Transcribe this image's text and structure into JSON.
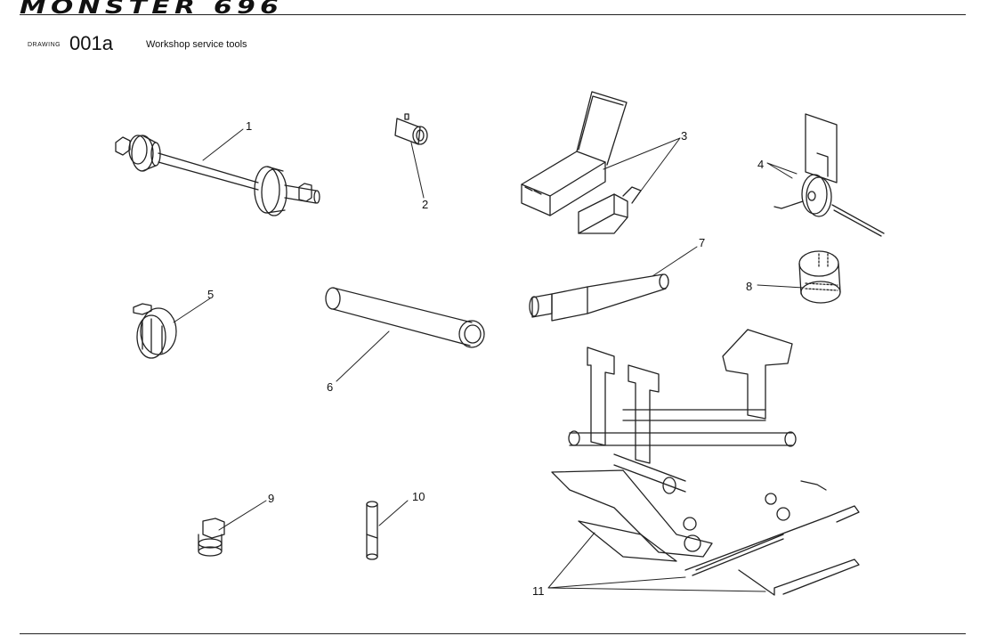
{
  "header": {
    "title": "MONSTER 696"
  },
  "drawing": {
    "label": "DRAWING",
    "number": "001a",
    "description": "Workshop service tools"
  },
  "callouts": [
    "1",
    "2",
    "3",
    "4",
    "5",
    "6",
    "7",
    "8",
    "9",
    "10",
    "11"
  ]
}
